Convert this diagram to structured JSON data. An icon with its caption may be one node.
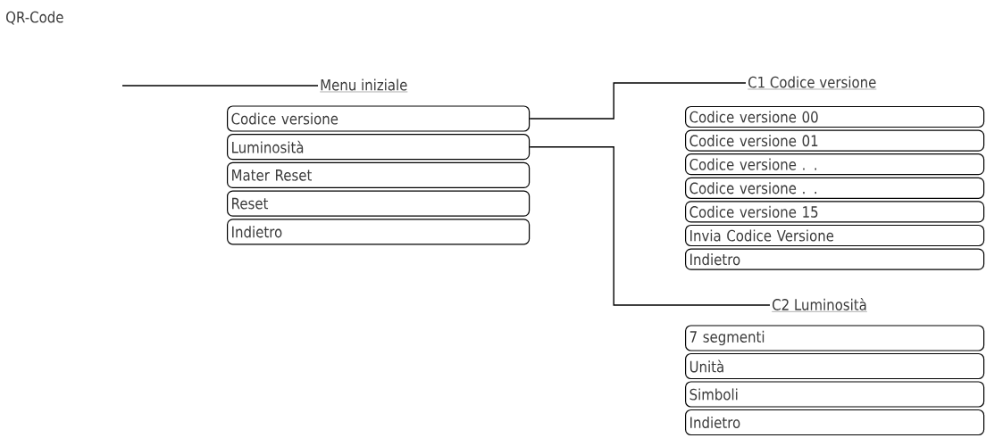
{
  "diagram": {
    "nodes": [
      {
        "text": [
          "Menu iniziale"
        ]
      },
      {
        "text": [
          "Codice versione"
        ]
      },
      {
        "text": [
          "Luminosità"
        ]
      },
      {
        "text": [
          "Mater Reset"
        ]
      },
      {
        "text": [
          "Reset"
        ]
      },
      {
        "text": [
          "Indietro"
        ]
      },
      {
        "text": [
          "C1 Codice versione"
        ]
      },
      {
        "text": [
          "Codice versione 00"
        ]
      },
      {
        "text": [
          "Codice versione 01"
        ]
      },
      {
        "text": [
          "Codice versione . ."
        ]
      },
      {
        "text": [
          "Codice versione . ."
        ]
      },
      {
        "text": [
          "Codice versione 15"
        ]
      },
      {
        "text": [
          "Invia Codice Versione"
        ]
      },
      {
        "text": [
          "Indietro"
        ]
      },
      {
        "text": [
          "C2 Luminosità"
        ]
      },
      {
        "text": [
          "7 segmenti"
        ]
      },
      {
        "text": [
          "Unità"
        ]
      },
      {
        "text": [
          "Simboli"
        ]
      },
      {
        "text": [
          "Indietro"
        ]
      }
    ],
    "edges": [
      {
        "from": null,
        "to": 0,
        "arrow": "none"
      },
      {
        "from": 1,
        "to": 6,
        "arrow": "none"
      },
      {
        "from": 2,
        "to": 14,
        "arrow": "none"
      }
    ],
    "labels": [
      "QR-Code"
    ]
  }
}
